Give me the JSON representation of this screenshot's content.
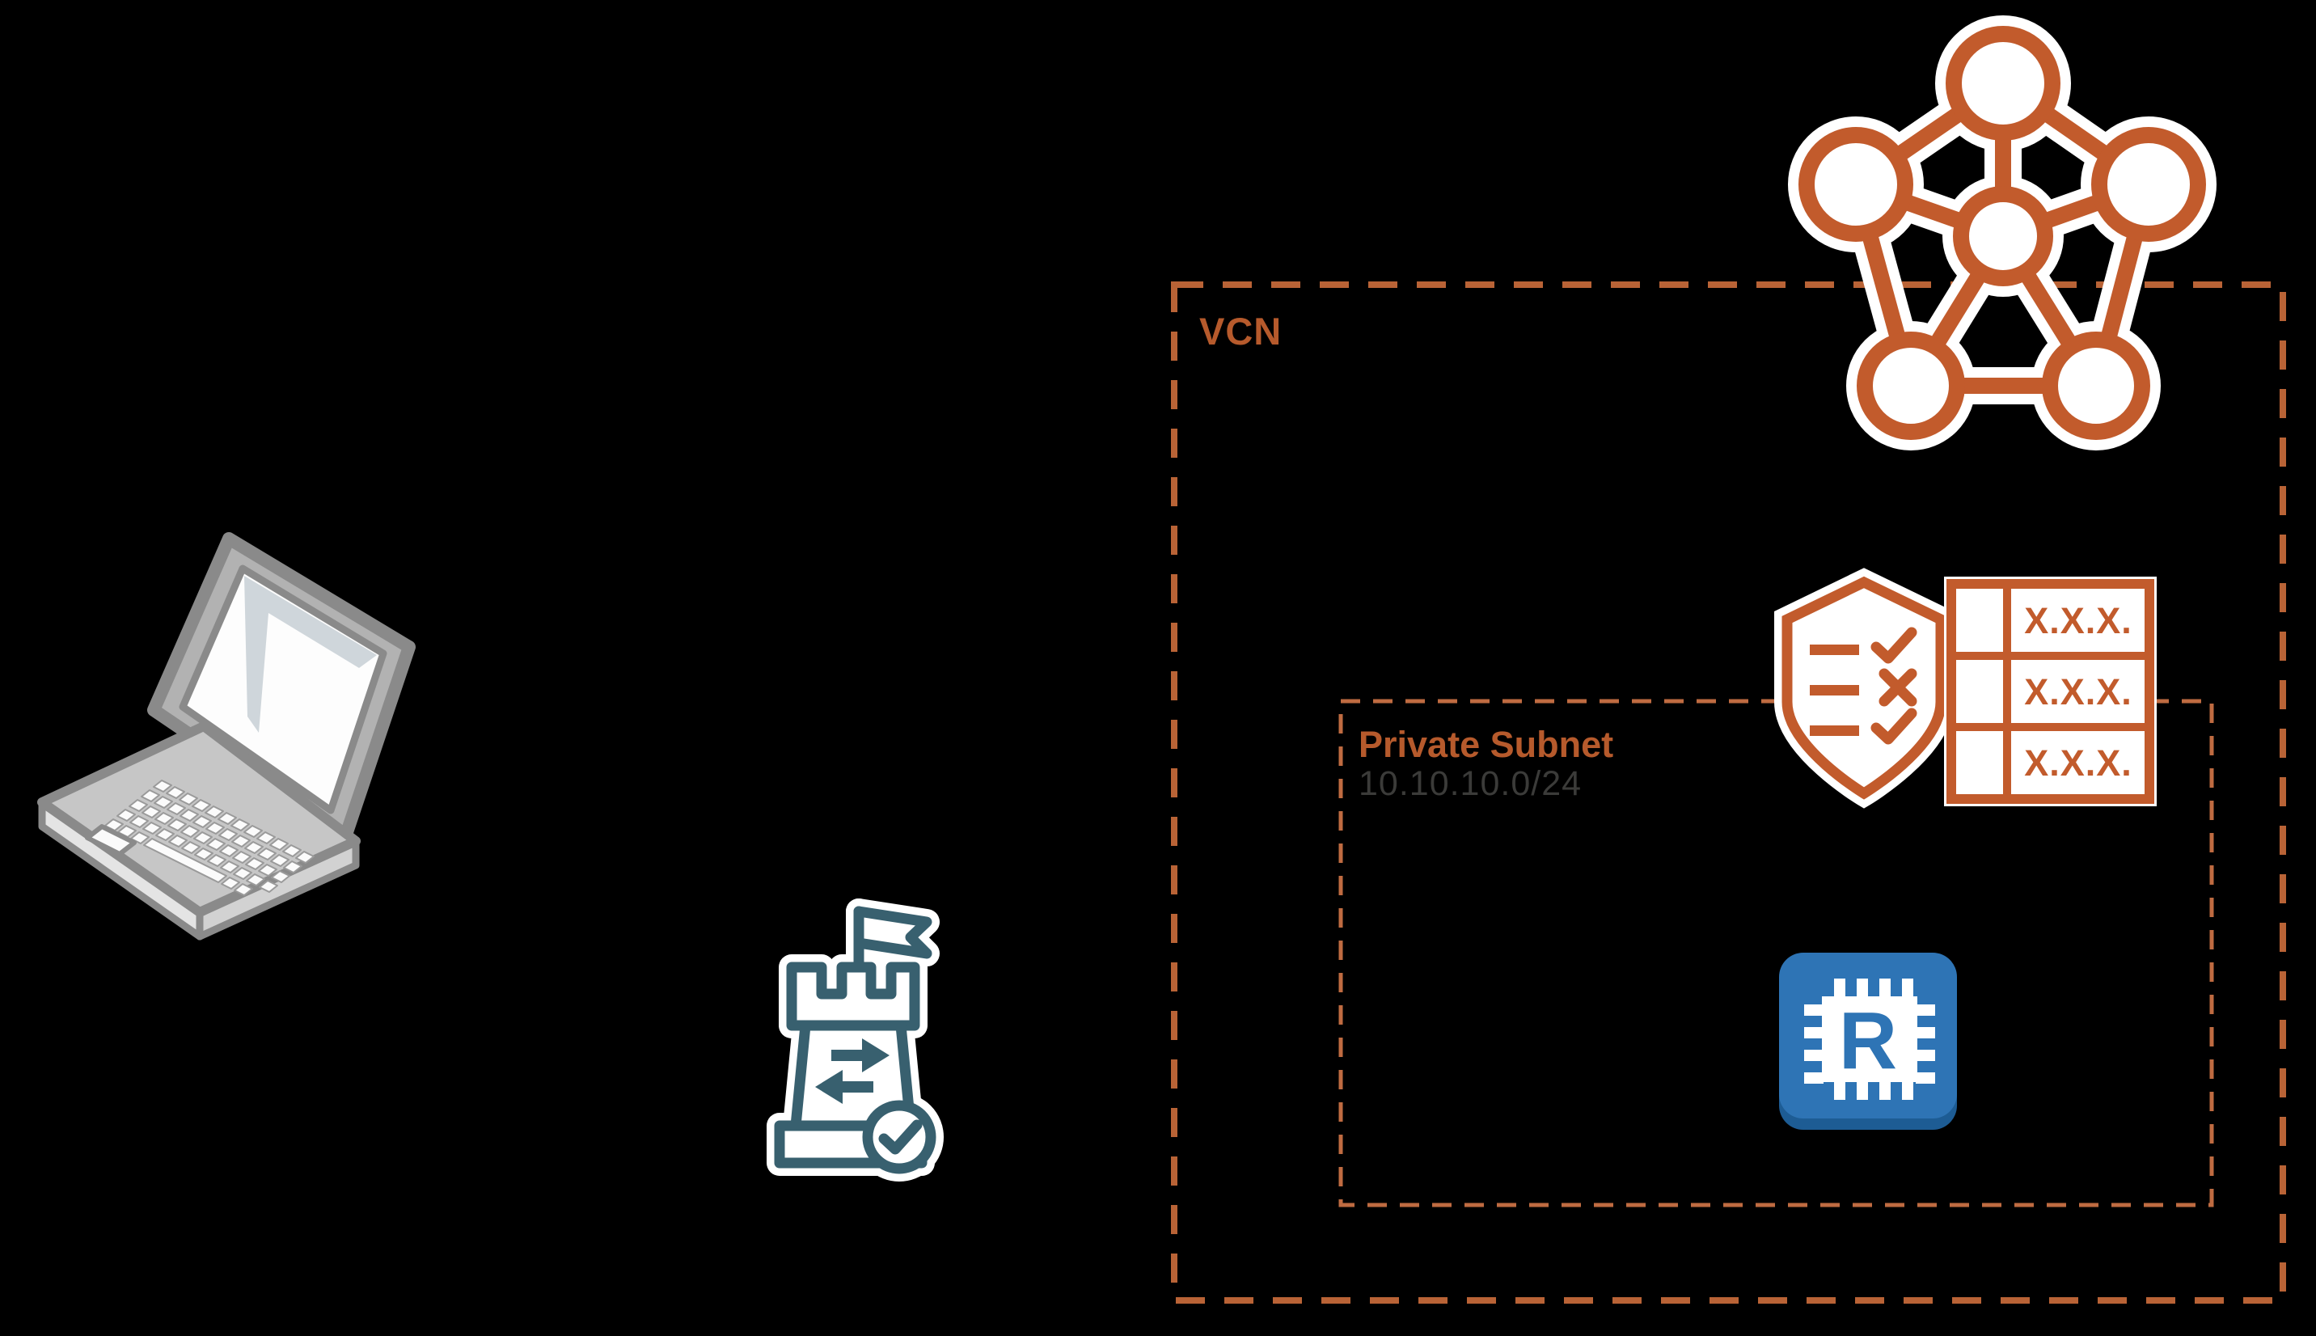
{
  "vcn": {
    "label": "VCN"
  },
  "private_subnet": {
    "label": "Private Subnet",
    "cidr": "10.10.10.0/24"
  },
  "route_table": {
    "rows": [
      "X.X.X.",
      "X.X.X.",
      "X.X.X."
    ]
  },
  "compute_chip": {
    "letter": "R"
  },
  "icons": {
    "laptop": "laptop-client-icon",
    "bastion": "bastion-tower-check-icon",
    "vcn_network": "vcn-pentagon-network-icon",
    "security_list": "security-list-shield-icon",
    "route_table": "route-table-icon",
    "compute": "compute-chip-icon"
  },
  "colors": {
    "background": "#000000",
    "orange_icon": "#C25B2C",
    "vcn_dash": "#B96336",
    "subnet_dash": "#BF6B41",
    "label_orange": "#B65A2C",
    "cidr_text": "#3B3B39",
    "bastion_teal": "#38606F",
    "chip_blue": "#2E74B5",
    "chip_blue_dark": "#1D5C94",
    "laptop_gray": "#8A8A8A"
  }
}
